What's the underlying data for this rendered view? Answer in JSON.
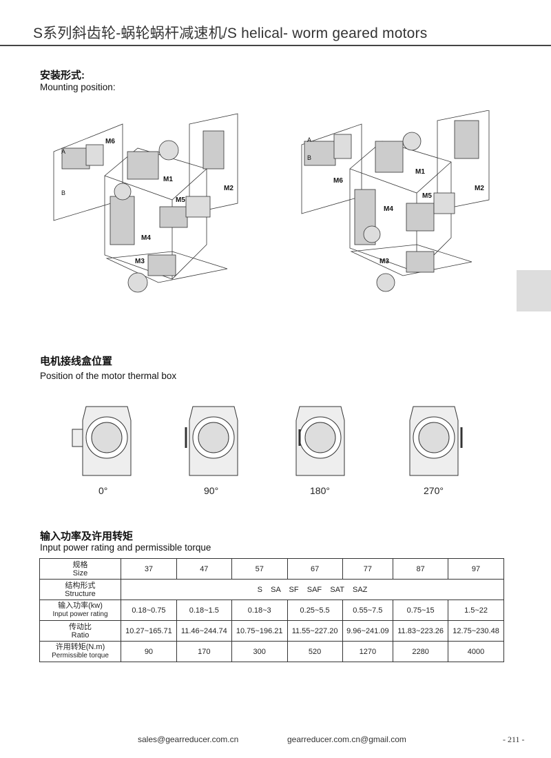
{
  "header": {
    "title": "S系列斜齿轮-蜗轮蜗杆减速机/S helical- worm geared motors"
  },
  "mounting": {
    "title_cn": "安装形式:",
    "title_en": "Mounting position:",
    "labels": {
      "m1": "M1",
      "m2": "M2",
      "m3": "M3",
      "m4": "M4",
      "m5": "M5",
      "m6": "M6",
      "a": "A",
      "b": "B"
    }
  },
  "thermal": {
    "title_cn": "电机接线盒位置",
    "title_en": "Position of the motor thermal box",
    "positions": [
      "0°",
      "90°",
      "180°",
      "270°"
    ]
  },
  "rating": {
    "title_cn": "输入功率及许用转矩",
    "title_en": "Input power rating and permissible torque",
    "rows": [
      {
        "cn": "规格",
        "en": "Size",
        "values": [
          "37",
          "47",
          "57",
          "67",
          "77",
          "87",
          "97"
        ]
      },
      {
        "cn": "结构形式",
        "en": "Structure",
        "value": "S    SA    SF    SAF    SAT    SAZ"
      },
      {
        "cn": "输入功率(kw)",
        "en": "Input power rating",
        "values": [
          "0.18~0.75",
          "0.18~1.5",
          "0.18~3",
          "0.25~5.5",
          "0.55~7.5",
          "0.75~15",
          "1.5~22"
        ]
      },
      {
        "cn": "传动比",
        "en": "Ratio",
        "values": [
          "10.27~165.71",
          "11.46~244.74",
          "10.75~196.21",
          "11.55~227.20",
          "9.96~241.09",
          "11.83~223.26",
          "12.75~230.48"
        ]
      },
      {
        "cn": "许用转矩(N.m)",
        "en": "Permissible torque",
        "values": [
          "90",
          "170",
          "300",
          "520",
          "1270",
          "2280",
          "4000"
        ]
      }
    ]
  },
  "footer": {
    "email1": "sales@gearreducer.com.cn",
    "email2": "gearreducer.com.cn@gmail.com",
    "page": "- 211 -"
  }
}
